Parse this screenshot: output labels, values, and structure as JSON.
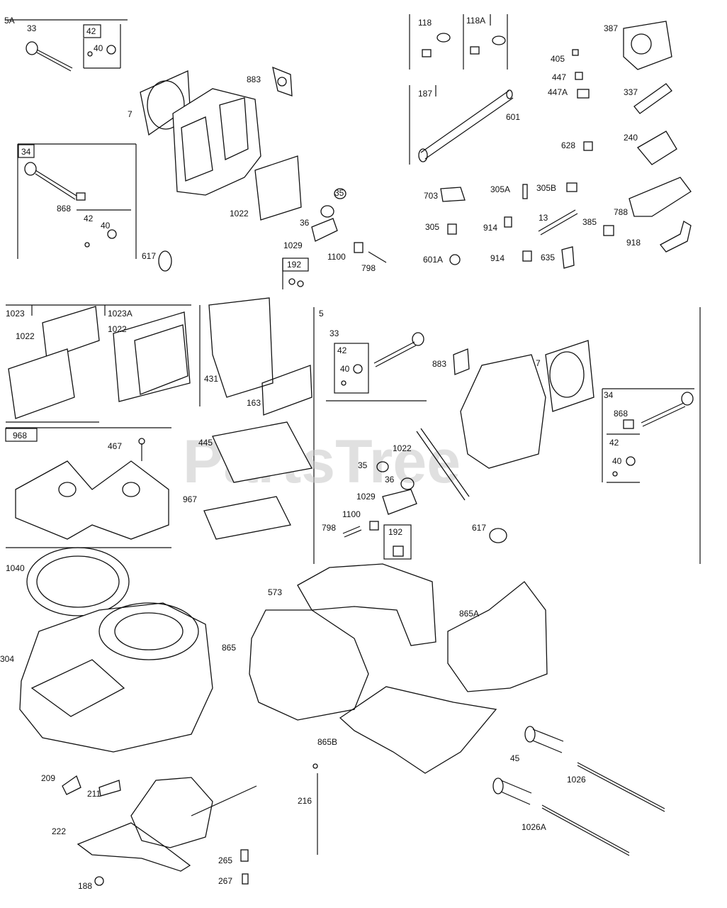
{
  "watermark": {
    "text": "PartsTree",
    "tm": "™"
  },
  "callouts": [
    "5A",
    "33",
    "42",
    "40",
    "7",
    "883",
    "34",
    "868",
    "42",
    "40",
    "617",
    "1022",
    "35",
    "36",
    "1029",
    "1100",
    "798",
    "192",
    "118",
    "118A",
    "187",
    "601",
    "387",
    "405",
    "447",
    "447A",
    "337",
    "628",
    "240",
    "703",
    "305A",
    "305B",
    "305",
    "914",
    "13",
    "385",
    "788",
    "918",
    "601A",
    "914",
    "635",
    "1023",
    "1022",
    "1023A",
    "1022",
    "431",
    "163",
    "968",
    "467",
    "445",
    "967",
    "5",
    "33",
    "42",
    "40",
    "883",
    "7",
    "34",
    "868",
    "42",
    "40",
    "1022",
    "35",
    "36",
    "1029",
    "1100",
    "798",
    "192",
    "617",
    "1040",
    "304",
    "573",
    "865",
    "865A",
    "865B",
    "45",
    "1026",
    "1026A",
    "209",
    "211",
    "222",
    "188",
    "216",
    "265",
    "267"
  ]
}
